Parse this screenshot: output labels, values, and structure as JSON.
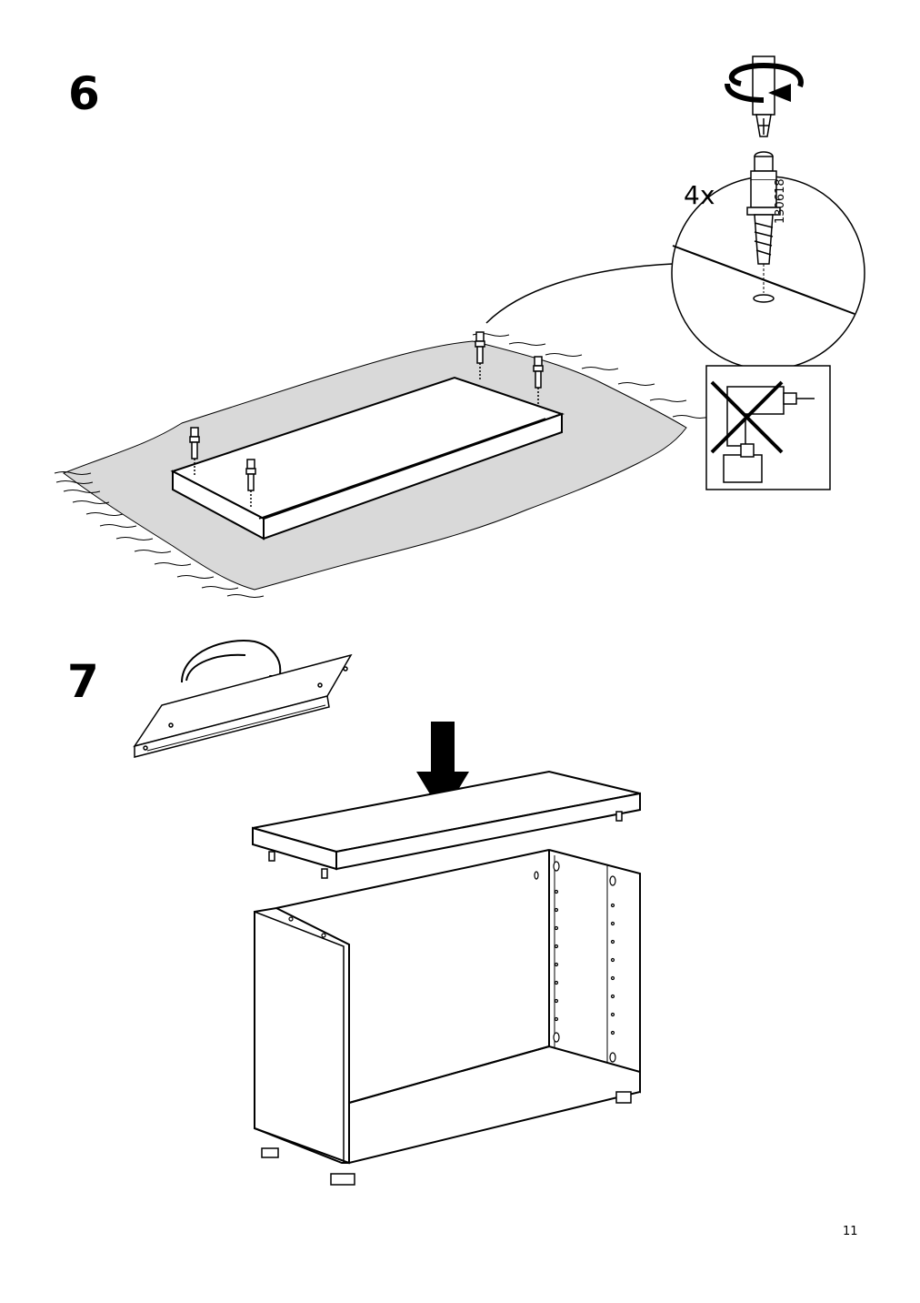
{
  "steps": [
    {
      "number": "6"
    },
    {
      "number": "7"
    }
  ],
  "step6": {
    "quantity": "4x",
    "part_number": "130618",
    "no_power_drill": true
  },
  "step7": {
    "flip_instruction": "flip-over",
    "press_down": "place-top-on-frame"
  },
  "footer": {
    "page_number": "11"
  },
  "colors": {
    "line": "#000000",
    "blanket": "#d9d9d9",
    "paper": "#ffffff"
  }
}
